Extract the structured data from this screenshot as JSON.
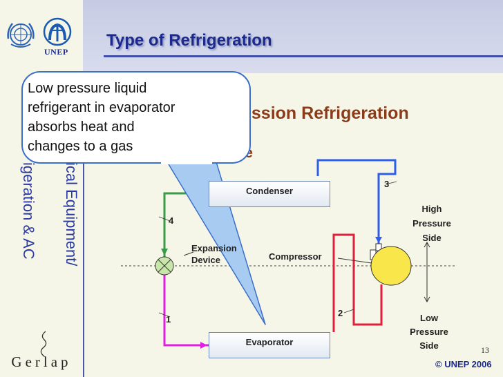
{
  "title": "Type of Refrigeration",
  "main_heading": "pression Refrigeration",
  "cycle_heading": "ycle",
  "vertical_title_lines": [
    "ical Equipment/",
    "igeration & AC"
  ],
  "callout": {
    "lines": [
      "Low pressure liquid",
      "refrigerant in evaporator",
      "absorbs heat and",
      "changes to a gas"
    ]
  },
  "sidebar": {
    "unep_label": "UNEP",
    "gerlap_label": "Gerlap"
  },
  "diagram": {
    "condenser_label": "Condenser",
    "evaporator_label": "Evaporator",
    "expansion_label_line1": "Expansion",
    "expansion_label_line2": "Device",
    "compressor_label": "Compressor",
    "point_1": "1",
    "point_2": "2",
    "point_3": "3",
    "point_4": "4",
    "high_side": [
      "High",
      "Pressure",
      "Side"
    ],
    "low_side": [
      "Low",
      "Pressure",
      "Side"
    ]
  },
  "footer": {
    "page_number": "13",
    "copyright": "© UNEP 2006"
  },
  "colors": {
    "title": "#1b2a8c",
    "heading": "#8a3b1a",
    "pipe_high_vapor": "#2e5ee6",
    "pipe_hot_gas": "#e0203a",
    "pipe_liquid": "#3a9a4a",
    "pipe_low": "#e020e0",
    "callout_fill": "#ffffff",
    "callout_border": "#3a6fc8",
    "callout_tail": "#a8cbf2"
  }
}
